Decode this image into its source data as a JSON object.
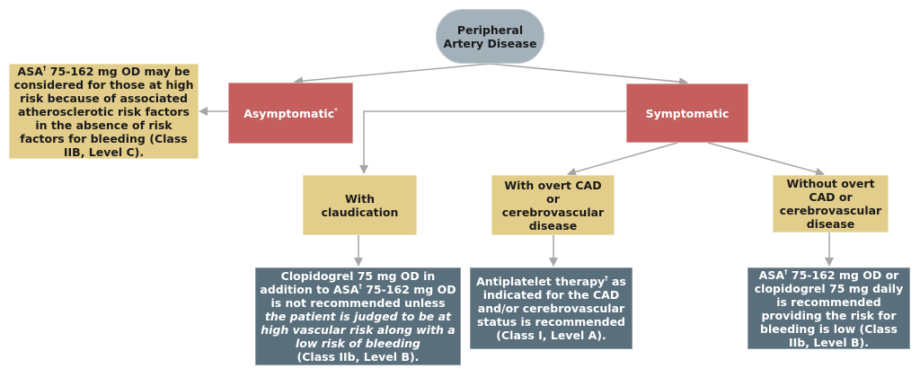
{
  "diagram": {
    "root": {
      "label_line1": "Peripheral",
      "label_line2": "Artery Disease"
    },
    "asymptomatic": {
      "label": "Asymptomatic",
      "marker": "*"
    },
    "symptomatic": {
      "label": "Symptomatic"
    },
    "asymptomatic_recommendation": {
      "text_pre": "ASA",
      "marker": "†",
      "text_post": " 75-162 mg OD may be considered for those at high risk because of associated atherosclerotic risk factors in the absence of risk factors for bleeding (Class IIB, Level C)."
    },
    "branches": [
      {
        "label": "With claudication",
        "recommendation": {
          "part1_pre": "Clopidogrel 75 mg OD in addition to ASA",
          "marker": "†",
          "part1_post": " 75-162 mg OD is not recommended unless ",
          "italic": "the patient is judged to be at high vascular risk along with a low risk of bleeding",
          "part2": "(Class IIb, Level B)."
        }
      },
      {
        "label": "With overt CAD or cerebrovascular disease",
        "recommendation": {
          "text_pre": "Antiplatelet therapy",
          "marker": "†",
          "text_post": " as indicated for the CAD and/or cerebrovascular status is recommended (Class I, Level A)."
        }
      },
      {
        "label": "Without overt CAD or cerebrovascular disease",
        "recommendation": {
          "text_pre": "ASA",
          "marker": "†",
          "text_post": " 75-162 mg OD or clopidogrel 75 mg daily is recommended providing the risk for bleeding is low (Class IIb, Level B)."
        }
      }
    ],
    "colors": {
      "root": "#a3b1bb",
      "category": "#c45f5e",
      "condition": "#e3cd8a",
      "recommendation": "#5a6f7c",
      "connector": "#a6a6a6"
    }
  }
}
